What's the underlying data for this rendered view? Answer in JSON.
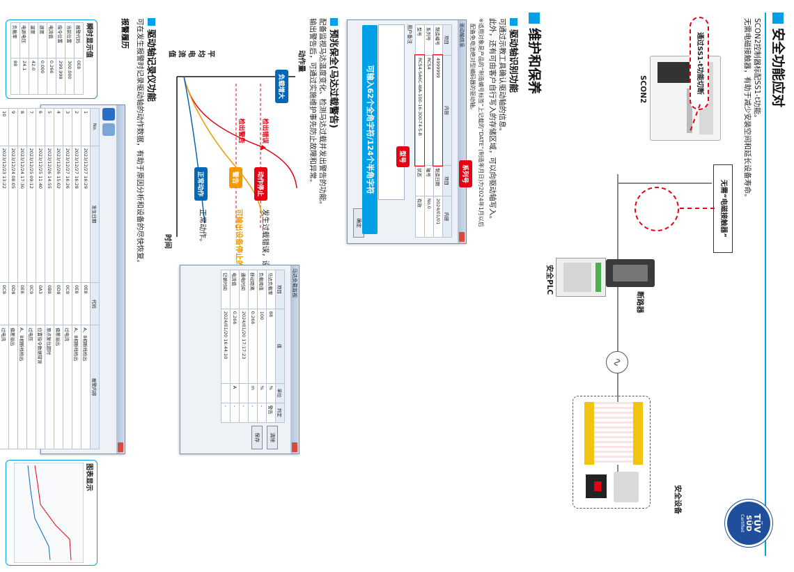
{
  "safety": {
    "title": "安全功能应对",
    "line1": "SCON2控制器标配SS1-t功能。",
    "line2": "无需电磁接触器，有助于减少安装空间和延长设备寿命。",
    "callout_ss1t": "通过SS1-t功能切断",
    "callout_no_contactor": "无需“电磁接触器”",
    "label_scon2": "SCON2",
    "label_breaker": "断路器",
    "label_safety_plc": "安全PLC",
    "label_safety_device": "安全设备",
    "tuv": {
      "top": "TÜV",
      "mid": "SÜD",
      "bottom": "Certified"
    }
  },
  "maintenance": {
    "title": "维护和保养",
    "identify": {
      "heading": "驱动轴识别功能",
      "line1": "可通过示教工具确认驱动轴的信息。",
      "line2": "此外，还有可由客户自行写入的存储区域，可以向驱动轴写入。",
      "note1": "※适用对象是产品的“制造编号标签”上记载的“DATE”(制造年月日)为2024年1月以后",
      "note2": "配备免电池绝对型编码器的驱动轴。",
      "tag_serial": "系列号",
      "tag_model": "型号",
      "banner": "可输入62个全角字符/124个半角字符",
      "dialog": {
        "title": "驱动轴信息",
        "headers": [
          "项目",
          "内容",
          "项目",
          "内容"
        ],
        "rows": [
          [
            "制造编号",
            "4999999",
            "制造日期",
            "2024/01/01"
          ],
          [
            "系列号",
            "RCS4",
            "轴号",
            "No.0"
          ],
          [
            "型号",
            "RCS4-SA6C-WA-100-16-300-T4-S-B",
            "状态",
            "有效"
          ]
        ],
        "memo_label": "用户备注",
        "ok": "确定"
      }
    },
    "warning": {
      "heading": "预兆保全(马达过载警告)",
      "line1": "配备监视马达温度变化、检测马达过载并发出警告的功能。",
      "line2": "输出警告后，可通过实施维护事先防止故障和异常。",
      "axis_top": "动作量",
      "axis_left": "平均电流值",
      "axis_bottom": "时间",
      "lbl_load_increase": "负载增大",
      "lbl_overload_error": "检出错误",
      "lbl_overload_warning": "检出警告",
      "tag_stop": "动作停止",
      "tag_warn": "警告",
      "tag_normal": "正常动作",
      "desc_stop": "发生过载错误，设备停止。",
      "desc_warn": "可输出设备停止的预兆。",
      "desc_normal": "正常动作。",
      "info_window": {
        "title": "马达负载监视",
        "headers": [
          "项目",
          "值",
          "单位",
          "判定"
        ],
        "rows": [
          [
            "马达负载率",
            "88",
            "%",
            "警告"
          ],
          [
            "负载阈值",
            "100",
            "%",
            "-"
          ],
          [
            "移动距离",
            "0.266",
            "m",
            "-"
          ],
          [
            "通电时间",
            "2024/01/20 17:17:23",
            "",
            "-"
          ],
          [
            "电流值",
            "0.266",
            "A",
            "-"
          ],
          [
            "记录时间",
            "2024/01/20 16:44:10",
            "",
            "-"
          ]
        ],
        "btn1": "清除",
        "btn2": "保存"
      }
    },
    "recorder": {
      "heading": "驱动轴记录仪功能",
      "line1": "可在发生报警时记录驱动轴的动作数据，有助于原因分析和设备的尽快恢复。",
      "alarm_history": "报警履历",
      "instant_label": "瞬时显示值",
      "chart_label": "图表显示",
      "alarm_table": {
        "headers": [
          "No.",
          "发生日期",
          "代码",
          "报警内容"
        ],
        "rows": [
          [
            "1",
            "2023/12/27 16:29",
            "0E8",
            "A、B相断线检出"
          ],
          [
            "2",
            "2023/12/27 16:28",
            "0E8",
            "A、B相断线检出"
          ],
          [
            "3",
            "2023/12/27 16:26",
            "0C8",
            "过电流"
          ],
          [
            "4",
            "2023/12/26 15:02",
            "0D8",
            "偏差溢出"
          ],
          [
            "5",
            "2023/12/26 14:55",
            "0B8",
            "原点复位超时"
          ],
          [
            "6",
            "2023/12/25 11:40",
            "0A3",
            "位置指令数据错误"
          ],
          [
            "7",
            "2023/12/25 09:12",
            "0C9",
            "过电压"
          ],
          [
            "8",
            "2023/12/24 17:30",
            "0E8",
            "A、B相断线检出"
          ],
          [
            "9",
            "2023/12/24 08:05",
            "0D8",
            "偏差溢出"
          ],
          [
            "10",
            "2023/12/23 13:22",
            "0C8",
            "过电流"
          ]
        ]
      },
      "instant_table": {
        "rows": [
          [
            "报警代码",
            "0E8"
          ],
          [
            "当前位置",
            "300.000"
          ],
          [
            "指令位置",
            "299.998"
          ],
          [
            "电流值",
            "0.266"
          ],
          [
            "速度",
            "0.000"
          ],
          [
            "温度",
            "42.0"
          ],
          [
            "电源电压",
            "24.1"
          ],
          [
            "负载率",
            "88"
          ]
        ]
      }
    }
  }
}
